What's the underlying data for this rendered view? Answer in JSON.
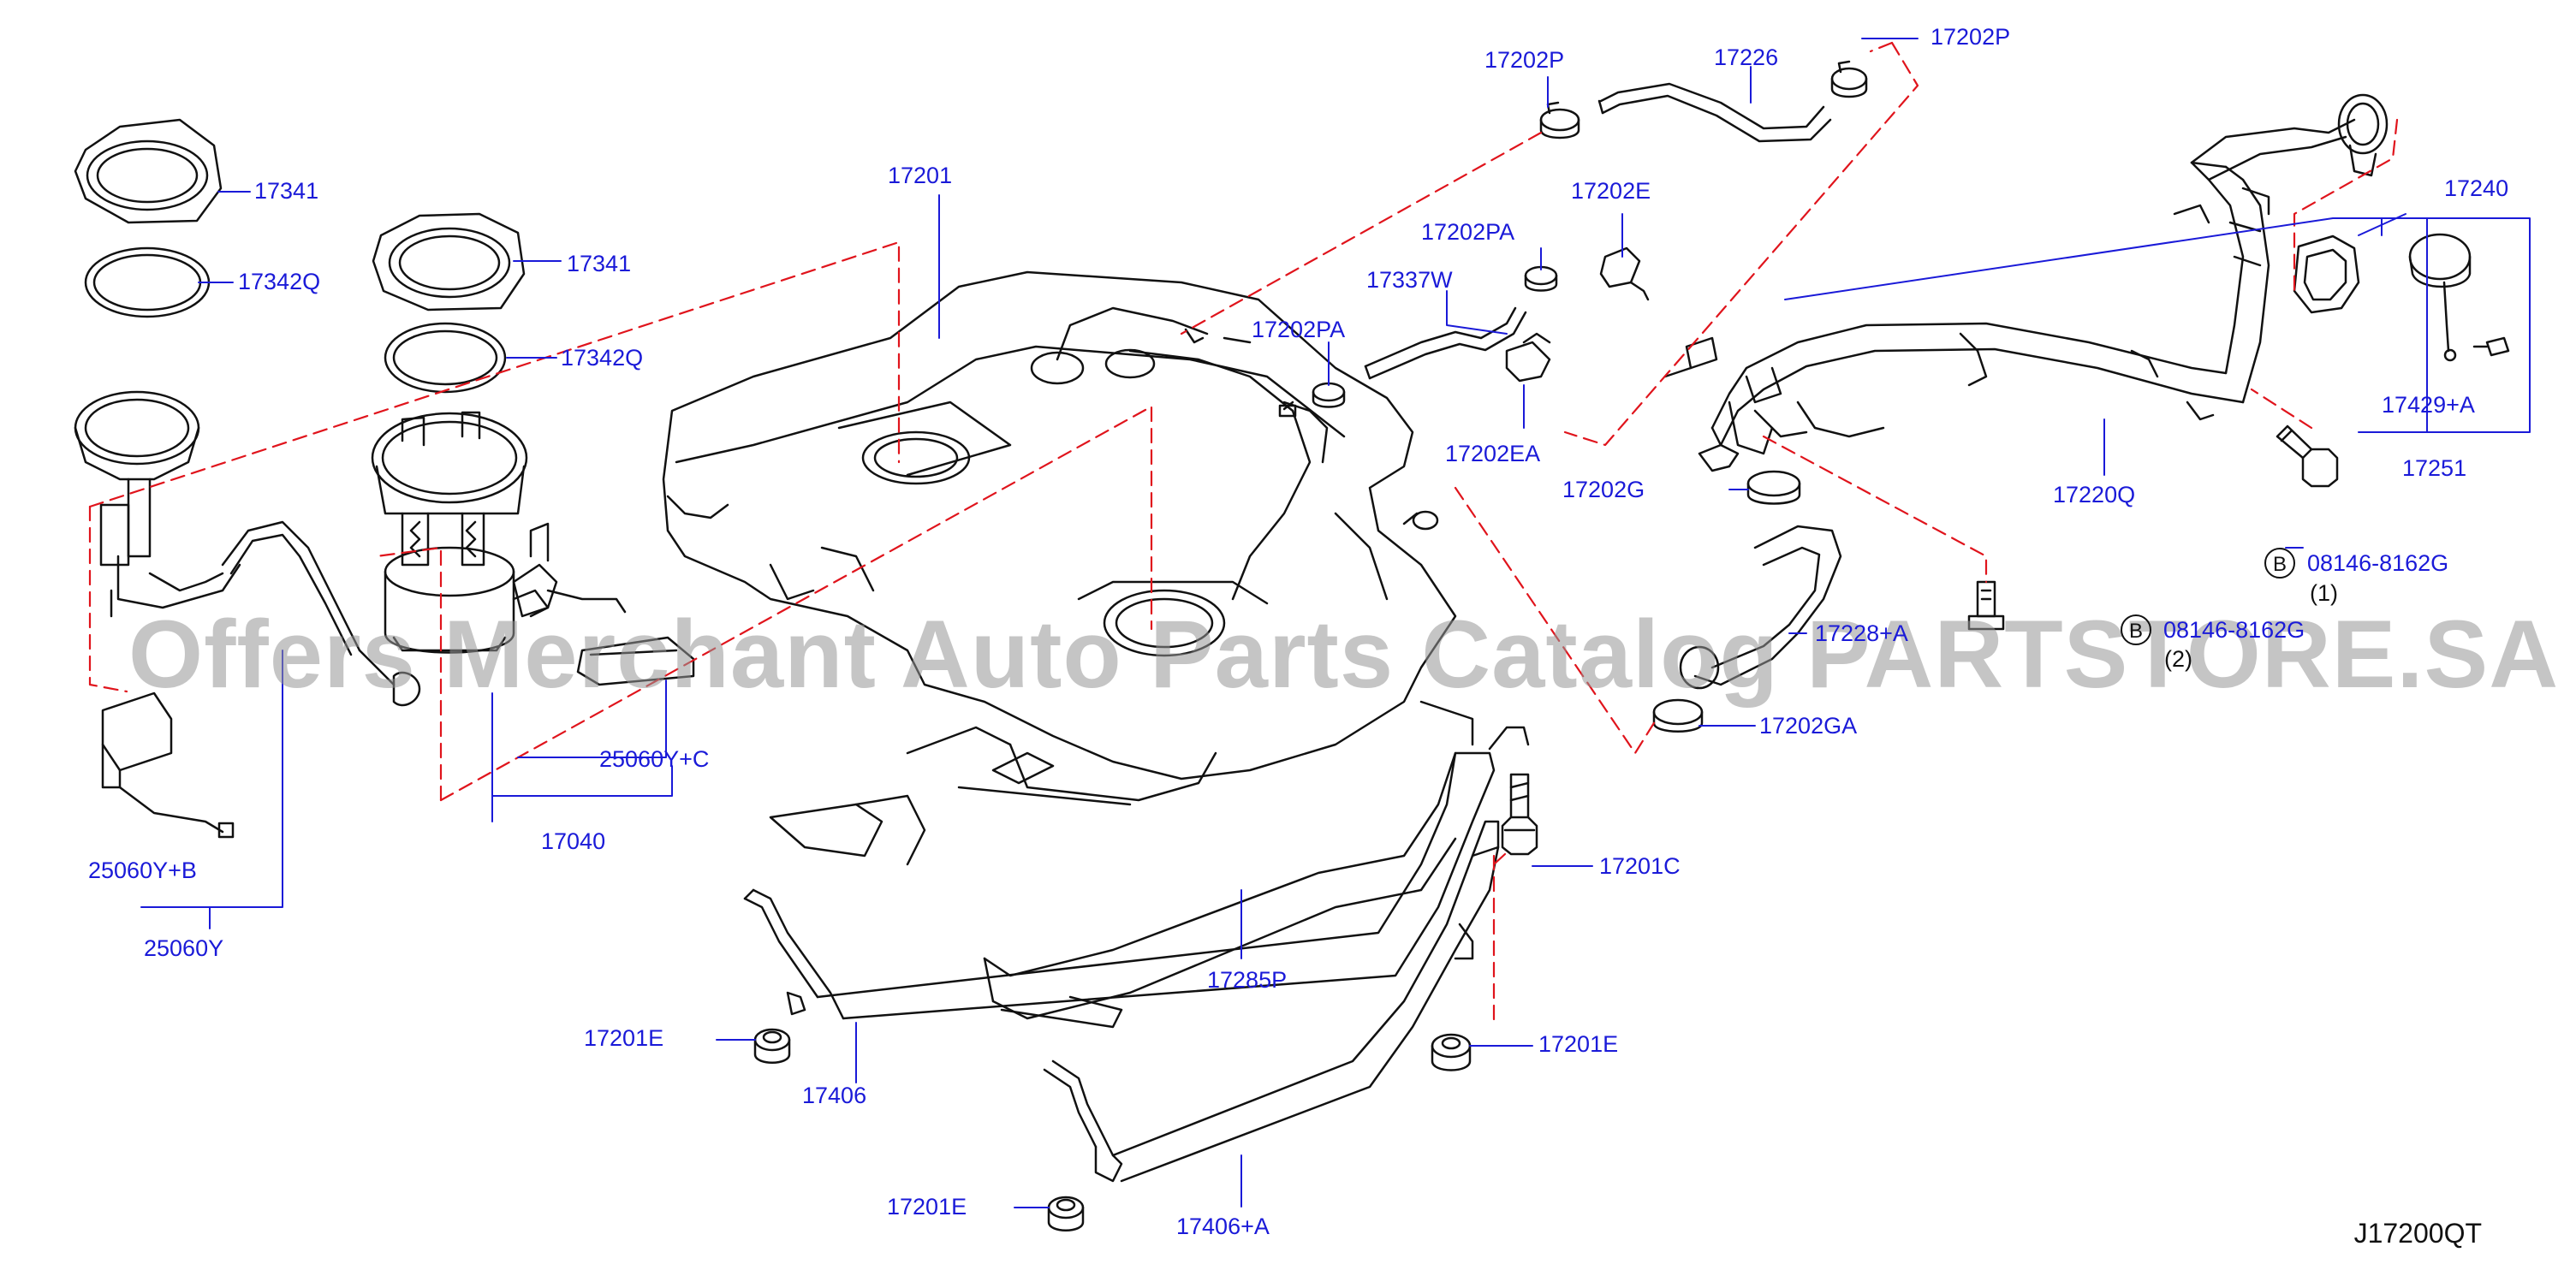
{
  "diagram_code": "J17200QT",
  "watermark": "Offers Merchant Auto Parts Catalog PARTSTORE.SA",
  "colors": {
    "label": "#1a1ad8",
    "leader": "#1a1ad8",
    "dashed": "#e0141c",
    "lines": "#111111"
  },
  "parts": {
    "p17341a": "17341",
    "p17342qa": "17342Q",
    "p17341b": "17341",
    "p17342qb": "17342Q",
    "p17201": "17201",
    "p17202p_left": "17202P",
    "p17226": "17226",
    "p17202p_right": "17202P",
    "p17202e": "17202E",
    "p17202pa_top": "17202PA",
    "p17337w": "17337W",
    "p17202pa_mid": "17202PA",
    "p17202ea": "17202EA",
    "p17240": "17240",
    "p17429a": "17429+A",
    "p17251": "17251",
    "p17220q": "17220Q",
    "p17202g": "17202G",
    "p08146_1": "08146-8162G",
    "p08146_1_qty": "(1)",
    "p08146_2": "08146-8162G",
    "p08146_2_qty": "(2)",
    "p17228": "17228+A",
    "p17202ga": "17202GA",
    "p25060yc": "25060Y+C",
    "p17040": "17040",
    "p25060yb": "25060Y+B",
    "p25060y": "25060Y",
    "p17201c": "17201C",
    "p17285p": "17285P",
    "p17201e_left": "17201E",
    "p17406": "17406",
    "p17201e_right": "17201E",
    "p17201e_bottom": "17201E",
    "p17406a": "17406+A"
  },
  "badges": {
    "b1": "B",
    "b2": "B"
  }
}
